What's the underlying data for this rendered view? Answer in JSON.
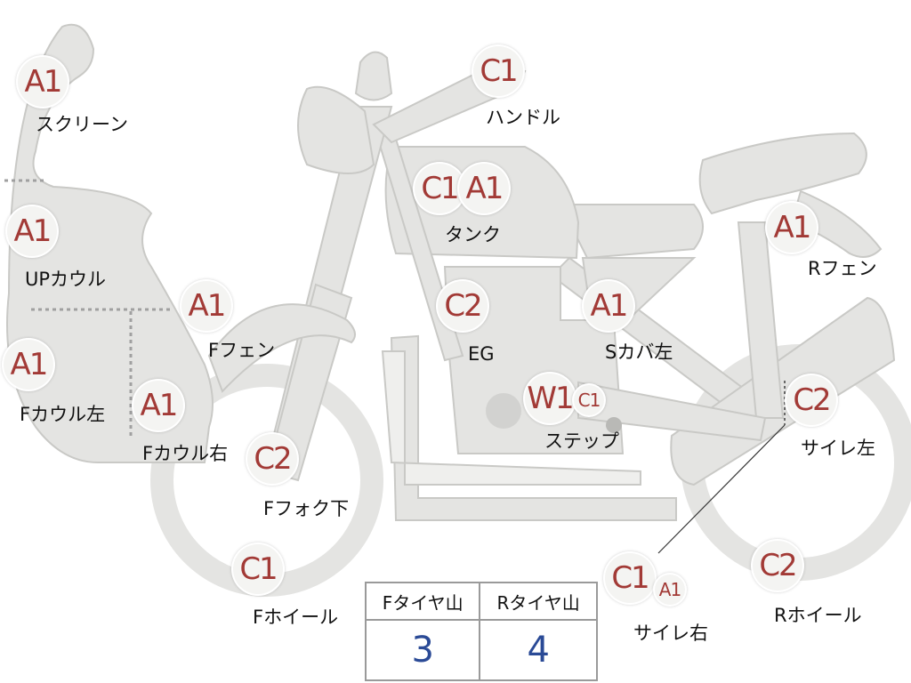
{
  "parts": [
    {
      "id": "screen",
      "codes": [
        "A1"
      ],
      "label": "スクリーン"
    },
    {
      "id": "up-cowl",
      "codes": [
        "A1"
      ],
      "label": "UPカウル"
    },
    {
      "id": "f-cowl-left",
      "codes": [
        "A1"
      ],
      "label": "Fカウル左"
    },
    {
      "id": "f-cowl-right",
      "codes": [
        "A1"
      ],
      "label": "Fカウル右"
    },
    {
      "id": "f-fender",
      "codes": [
        "A1"
      ],
      "label": "Fフェン"
    },
    {
      "id": "f-fork",
      "codes": [
        "C2"
      ],
      "label": "Fフォク下"
    },
    {
      "id": "f-wheel",
      "codes": [
        "C1"
      ],
      "label": "Fホイール"
    },
    {
      "id": "handle",
      "codes": [
        "C1"
      ],
      "label": "ハンドル"
    },
    {
      "id": "tank",
      "codes": [
        "C1",
        "A1"
      ],
      "label": "タンク"
    },
    {
      "id": "engine",
      "codes": [
        "C2"
      ],
      "label": "EG"
    },
    {
      "id": "step",
      "codes": [
        "W1",
        "C1"
      ],
      "label": "ステップ"
    },
    {
      "id": "s-cover",
      "codes": [
        "A1"
      ],
      "label": "Sカバ左"
    },
    {
      "id": "r-fender",
      "codes": [
        "A1"
      ],
      "label": "Rフェン"
    },
    {
      "id": "muffler-l",
      "codes": [
        "C2"
      ],
      "label": "サイレ左"
    },
    {
      "id": "muffler-r",
      "codes": [
        "C1",
        "A1"
      ],
      "label": "サイレ右"
    },
    {
      "id": "r-wheel",
      "codes": [
        "C2"
      ],
      "label": "Rホイール"
    }
  ],
  "tire_table": {
    "headers": [
      "Fタイヤ山",
      "Rタイヤ山"
    ],
    "values": [
      "3",
      "4"
    ]
  },
  "colors": {
    "body_fill": "#e4e4e2",
    "body_stroke": "#c9c9c6",
    "code_text": "#a23a36",
    "value_text": "#2a4a96"
  }
}
